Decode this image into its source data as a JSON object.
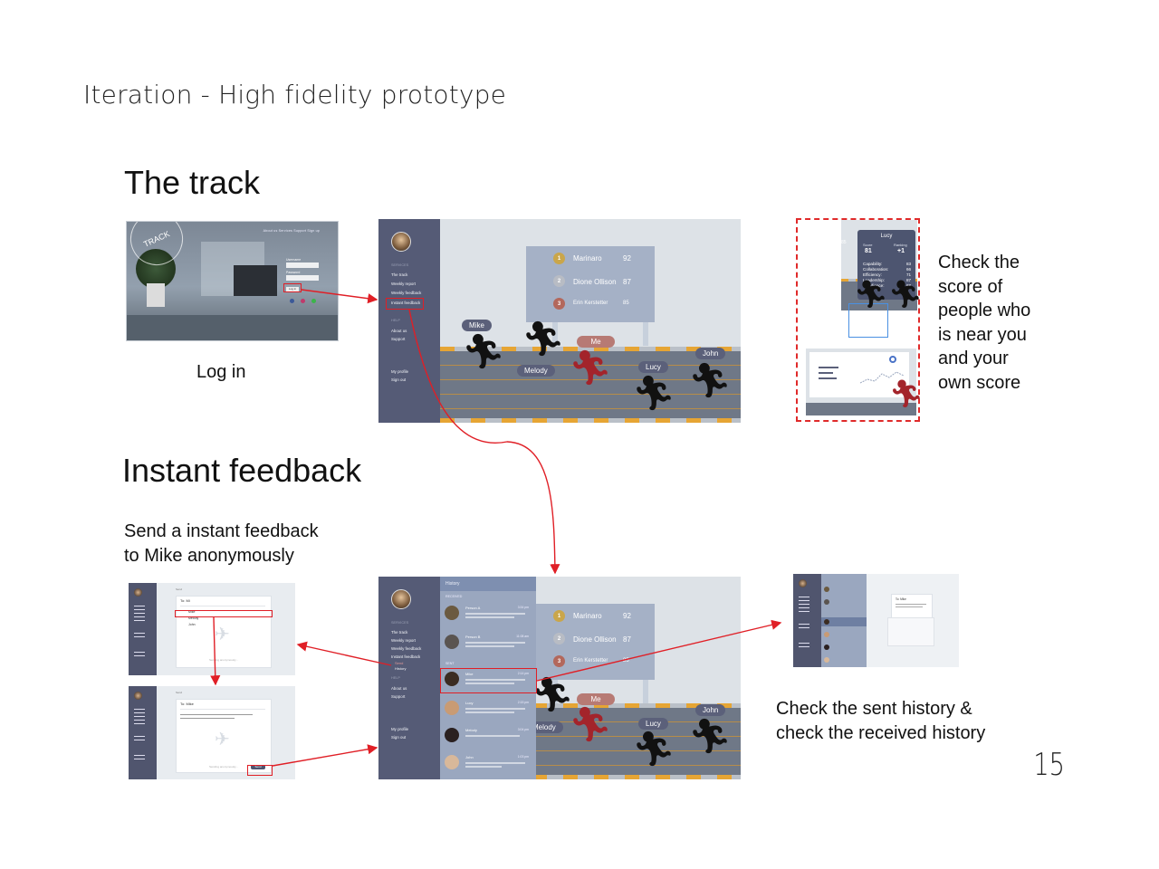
{
  "slide": {
    "title": "Iteration - High fidelity  prototype",
    "page_number": "15"
  },
  "sections": {
    "track_heading": "The track",
    "feedback_heading": "Instant feedback"
  },
  "captions": {
    "login": "Log in",
    "score_note": [
      "Check the",
      "score of",
      "people who",
      "is near you",
      "and your",
      "own score"
    ],
    "send_note": [
      "Send a instant feedback",
      "to Mike anonymously"
    ],
    "history_note": [
      "Check the sent history &",
      "check the received history"
    ]
  },
  "login_screen": {
    "logo": "TRACK",
    "nav": "About us    Services    Support    Sign up",
    "username_label": "Username",
    "password_label": "Password",
    "button": "Log in"
  },
  "sidebar": {
    "services_heading": "SERVICES",
    "items": [
      "The track",
      "Weekly report",
      "Weekly feedback",
      "Instant feedback"
    ],
    "feedback_sub": [
      "Send",
      "History"
    ],
    "help_heading": "HELP",
    "help_items": [
      "About us",
      "Support"
    ],
    "account_items": [
      "My profile",
      "Sign out"
    ]
  },
  "leaderboard": [
    {
      "rank": "1",
      "name": "Marinaro",
      "score": "92",
      "color": "#caa64a"
    },
    {
      "rank": "2",
      "name": "Dione Ollison",
      "score": "87",
      "color": "#b8bcc4"
    },
    {
      "rank": "3",
      "name": "Erin Kerstetter",
      "score": "85",
      "color": "#b3685c"
    }
  ],
  "runners": {
    "mike": "Mike",
    "melody": "Melody",
    "me": "Me",
    "lucy": "Lucy",
    "john": "John"
  },
  "history": {
    "title": "History",
    "received_heading": "RECEIVED",
    "sent_heading": "SENT",
    "items": [
      {
        "name": "Person A",
        "time": "3:34 pm",
        "color": "#6b5a40"
      },
      {
        "name": "Person B",
        "time": "11:08 am",
        "color": "#5a5450"
      },
      {
        "name": "Mike",
        "time": "2:14 pm",
        "color": "#3b2c22"
      },
      {
        "name": "Lucy",
        "time": "2:15 pm",
        "color": "#c99b74"
      },
      {
        "name": "Melody",
        "time": "3:04 pm",
        "color": "#2a2020"
      },
      {
        "name": "John",
        "time": "1:03 pm",
        "color": "#d8b89a"
      }
    ]
  },
  "score_popup": {
    "name": "Lucy",
    "left_value": "85",
    "score_label": "Score",
    "score_value": "81",
    "ranking_label": "Ranking",
    "ranking_value": "+1",
    "metrics": [
      {
        "label": "Capability:",
        "value": "83"
      },
      {
        "label": "Collaboration:",
        "value": "66"
      },
      {
        "label": "Efficiency:",
        "value": "71"
      },
      {
        "label": "Leadership:",
        "value": "87"
      },
      {
        "label": "Obedience:",
        "value": "68"
      }
    ]
  },
  "send_screen": {
    "header": "Send",
    "to_label": "To: Mi",
    "to_label_full": "To: Mike",
    "suggestions": [
      "Mike",
      "Melody",
      "John"
    ],
    "sending_text": "Sending anonymously...",
    "send_button": "Send"
  },
  "colors": {
    "sidebar": "#555b76",
    "track": "#6f7887",
    "board": "#a5b1c6",
    "highlight": "#e01f26",
    "runner_me": "#a3242b"
  }
}
